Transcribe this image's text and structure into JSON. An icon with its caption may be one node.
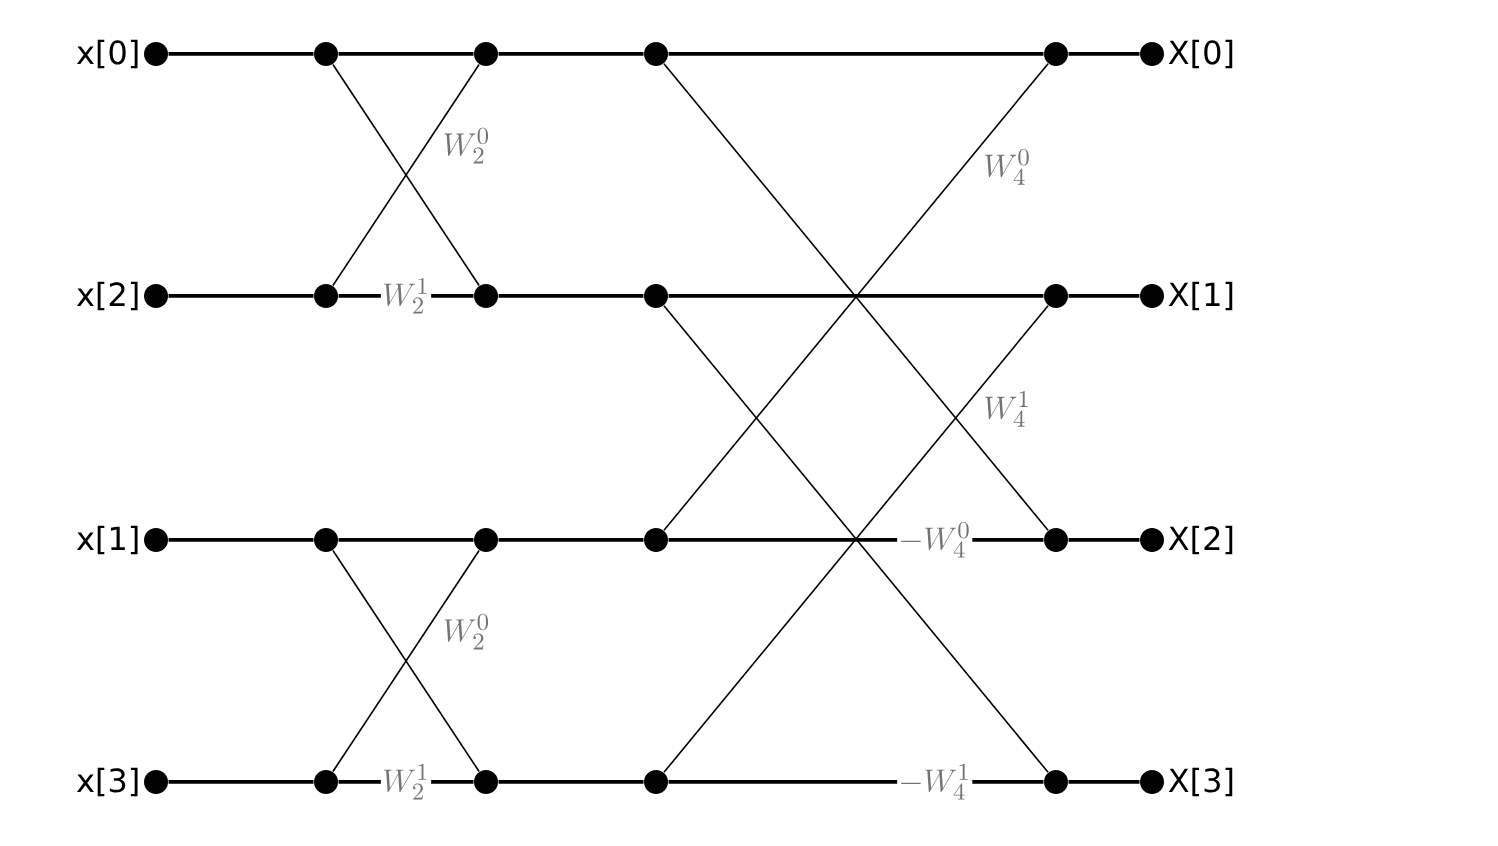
{
  "diagram": {
    "nodes": [
      {
        "text": [],
        "shape": "circle",
        "beside": [
          "x[0]"
        ]
      },
      {
        "text": [],
        "shape": "circle"
      },
      {
        "text": [],
        "shape": "circle"
      },
      {
        "text": [],
        "shape": "circle"
      },
      {
        "text": [],
        "shape": "circle"
      },
      {
        "text": [],
        "shape": "circle",
        "beside": [
          "X[0]"
        ]
      },
      {
        "text": [],
        "shape": "circle",
        "beside": [
          "x[2]"
        ]
      },
      {
        "text": [],
        "shape": "circle"
      },
      {
        "text": [],
        "shape": "circle"
      },
      {
        "text": [],
        "shape": "circle"
      },
      {
        "text": [],
        "shape": "circle"
      },
      {
        "text": [],
        "shape": "circle",
        "beside": [
          "X[1]"
        ]
      },
      {
        "text": [],
        "shape": "circle",
        "beside": [
          "x[1]"
        ]
      },
      {
        "text": [],
        "shape": "circle"
      },
      {
        "text": [],
        "shape": "circle"
      },
      {
        "text": [],
        "shape": "circle"
      },
      {
        "text": [],
        "shape": "circle"
      },
      {
        "text": [],
        "shape": "circle",
        "beside": [
          "X[2]"
        ]
      },
      {
        "text": [],
        "shape": "circle",
        "beside": [
          "x[3]"
        ]
      },
      {
        "text": [],
        "shape": "circle"
      },
      {
        "text": [],
        "shape": "circle"
      },
      {
        "text": [],
        "shape": "circle"
      },
      {
        "text": [],
        "shape": "circle"
      },
      {
        "text": [],
        "shape": "circle",
        "beside": [
          "X[3]"
        ]
      }
    ],
    "edges": [
      {
        "from": 0,
        "to": 1,
        "arrow": "none"
      },
      {
        "from": 6,
        "to": 7,
        "arrow": "none"
      },
      {
        "from": 12,
        "to": 13,
        "arrow": "none"
      },
      {
        "from": 18,
        "to": 19,
        "arrow": "none"
      },
      {
        "from": 1,
        "to": 2,
        "arrow": "none"
      },
      {
        "from": 7,
        "to": 8,
        "arrow": "none",
        "label": "W_2^1"
      },
      {
        "from": 1,
        "to": 8,
        "arrow": "none"
      },
      {
        "from": 7,
        "to": 2,
        "arrow": "none",
        "label": "W_2^0"
      },
      {
        "from": 13,
        "to": 14,
        "arrow": "none"
      },
      {
        "from": 19,
        "to": 20,
        "arrow": "none",
        "label": "W_2^1"
      },
      {
        "from": 13,
        "to": 20,
        "arrow": "none"
      },
      {
        "from": 19,
        "to": 14,
        "arrow": "none",
        "label": "W_2^0"
      },
      {
        "from": 2,
        "to": 3,
        "arrow": "none"
      },
      {
        "from": 8,
        "to": 9,
        "arrow": "none"
      },
      {
        "from": 14,
        "to": 15,
        "arrow": "none"
      },
      {
        "from": 20,
        "to": 21,
        "arrow": "none"
      },
      {
        "from": 3,
        "to": 4,
        "arrow": "none"
      },
      {
        "from": 9,
        "to": 10,
        "arrow": "none"
      },
      {
        "from": 15,
        "to": 16,
        "arrow": "none",
        "label": "-W_4^0"
      },
      {
        "from": 21,
        "to": 22,
        "arrow": "none",
        "label": "-W_4^1"
      },
      {
        "from": 3,
        "to": 16,
        "arrow": "none"
      },
      {
        "from": 9,
        "to": 22,
        "arrow": "none"
      },
      {
        "from": 15,
        "to": 4,
        "arrow": "none",
        "label": "W_4^0"
      },
      {
        "from": 21,
        "to": 10,
        "arrow": "none",
        "label": "W_4^1"
      },
      {
        "from": 4,
        "to": 5,
        "arrow": "none"
      },
      {
        "from": 10,
        "to": 11,
        "arrow": "none"
      },
      {
        "from": 16,
        "to": 17,
        "arrow": "none"
      },
      {
        "from": 22,
        "to": 23,
        "arrow": "none"
      }
    ]
  }
}
